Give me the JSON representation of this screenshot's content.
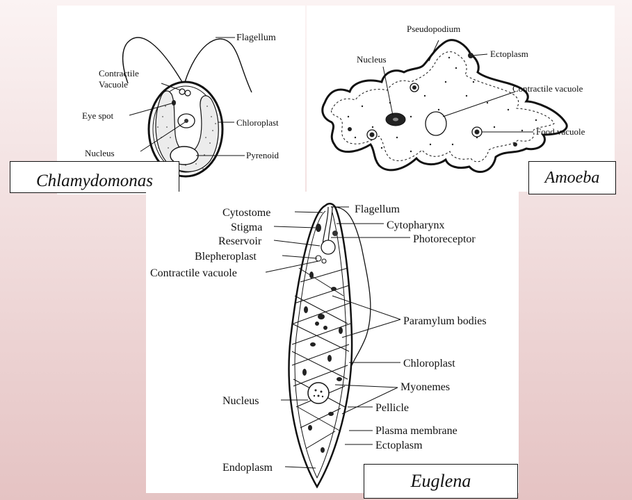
{
  "chlamydomonas": {
    "caption": "Chlamydomonas",
    "labels": {
      "flagellum": "Flagellum",
      "contractile_line1": "Contractile",
      "contractile_line2": "Vacuole",
      "eye_spot": "Eye spot",
      "chloroplast": "Chloroplast",
      "nucleus": "Nucleus",
      "pyrenoid": "Pyrenoid"
    }
  },
  "amoeba": {
    "caption": "Amoeba",
    "labels": {
      "pseudopodium": "Pseudopodium",
      "nucleus": "Nucleus",
      "ectoplasm": "Ectoplasm",
      "contractile_vacuole": "Contractile vacuole",
      "food_vacuole": "Food vacuole"
    }
  },
  "euglena": {
    "caption": "Euglena",
    "labels": {
      "cytostome": "Cytostome",
      "stigma": "Stigma",
      "reservoir": "Reservoir",
      "blepheroplast": "Blepheroplast",
      "contractile_vacuole": "Contractile vacuole",
      "flagellum": "Flagellum",
      "cytopharynx": "Cytopharynx",
      "photoreceptor": "Photoreceptor",
      "paramylum_bodies": "Paramylum bodies",
      "chloroplast": "Chloroplast",
      "myonemes": "Myonemes",
      "nucleus": "Nucleus",
      "pellicle": "Pellicle",
      "plasma_membrane": "Plasma membrane",
      "ectoplasm": "Ectoplasm",
      "endoplasm": "Endoplasm"
    }
  }
}
